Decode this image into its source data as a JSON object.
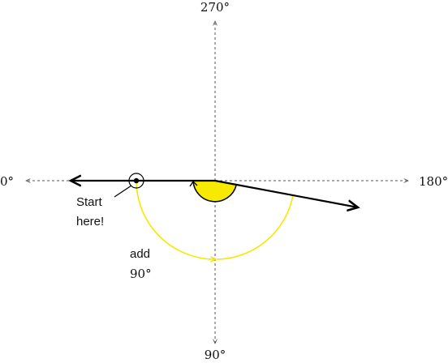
{
  "axis_labels": {
    "top": "270°",
    "left": "0°",
    "right": "180°",
    "bottom": "90°"
  },
  "start_label": {
    "line1": "Start",
    "line2": "here!"
  },
  "add_label": {
    "line1": "add",
    "line2": "90°"
  },
  "colors": {
    "axis": "#555555",
    "vector": "#000000",
    "arc_yellow": "#f5e800",
    "wedge_fill": "#f7ea00"
  }
}
